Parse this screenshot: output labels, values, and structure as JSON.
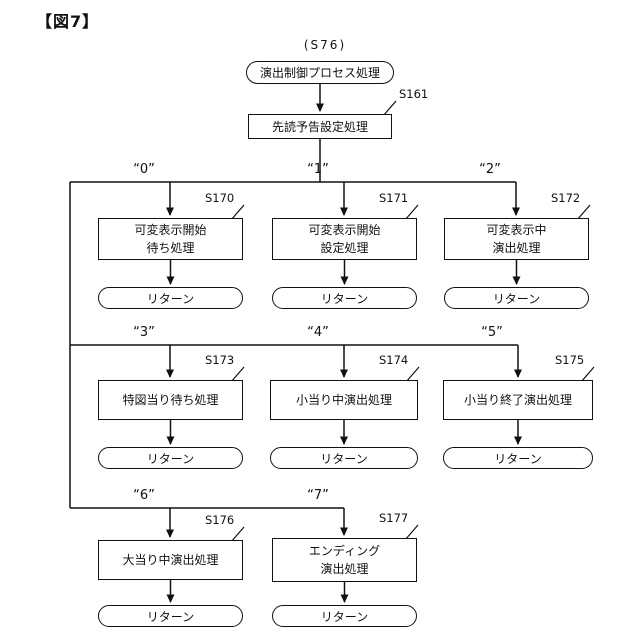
{
  "figure_label": "【図7】",
  "start": {
    "step_label": "(S76)",
    "title": "演出制御プロセス処理"
  },
  "setup": {
    "step_label": "S161",
    "title": "先読予告設定処理"
  },
  "branches": [
    {
      "case": "“0”",
      "step": "S170",
      "line1": "可変表示開始",
      "line2": "待ち処理",
      "return": "リターン"
    },
    {
      "case": "“1”",
      "step": "S171",
      "line1": "可変表示開始",
      "line2": "設定処理",
      "return": "リターン"
    },
    {
      "case": "“2”",
      "step": "S172",
      "line1": "可変表示中",
      "line2": "演出処理",
      "return": "リターン"
    },
    {
      "case": "“3”",
      "step": "S173",
      "line1": "特図当り待ち処理",
      "line2": "",
      "return": "リターン"
    },
    {
      "case": "“4”",
      "step": "S174",
      "line1": "小当り中演出処理",
      "line2": "",
      "return": "リターン"
    },
    {
      "case": "“5”",
      "step": "S175",
      "line1": "小当り終了演出処理",
      "line2": "",
      "return": "リターン"
    },
    {
      "case": "“6”",
      "step": "S176",
      "line1": "大当り中演出処理",
      "line2": "",
      "return": "リターン"
    },
    {
      "case": "“7”",
      "step": "S177",
      "line1": "エンディング",
      "line2": "演出処理",
      "return": "リターン"
    }
  ]
}
